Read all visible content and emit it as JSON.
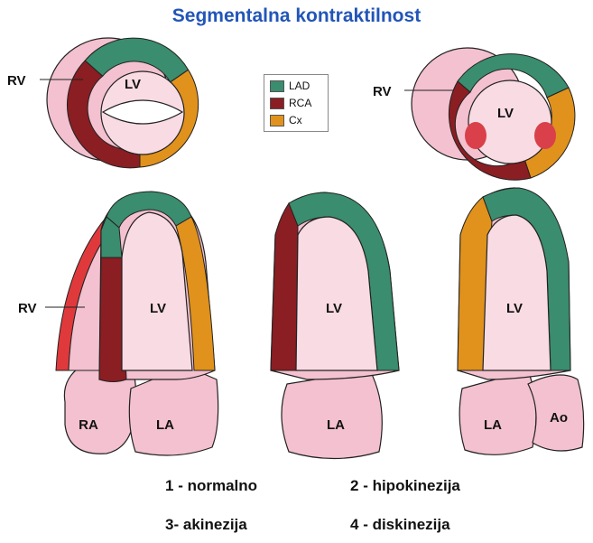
{
  "title": "Segmentalna kontraktilnost",
  "colors": {
    "title": "#2255b8",
    "lad": "#3a8d6e",
    "rca": "#8a1e22",
    "cx": "#e0921c",
    "myocardium_pink": "#f3c1cf",
    "cavity_pink": "#f9dbe3",
    "outline": "#222222",
    "rv_wall_red": "#e0393c"
  },
  "legend": [
    {
      "label": "LAD",
      "color": "#3a8d6e"
    },
    {
      "label": "RCA",
      "color": "#8a1e22"
    },
    {
      "label": "Cx",
      "color": "#e0921c"
    }
  ],
  "labels": {
    "rv": "RV",
    "lv": "LV",
    "ra": "RA",
    "la": "LA",
    "ao": "Ao"
  },
  "scale": [
    {
      "number": "1",
      "separator": " - ",
      "text": "normalno"
    },
    {
      "number": "2",
      "separator": " - ",
      "text": "hipokinezija"
    },
    {
      "number": "3",
      "separator": "- ",
      "text": "akinezija"
    },
    {
      "number": "4",
      "separator": " - ",
      "text": "diskinezija"
    }
  ]
}
